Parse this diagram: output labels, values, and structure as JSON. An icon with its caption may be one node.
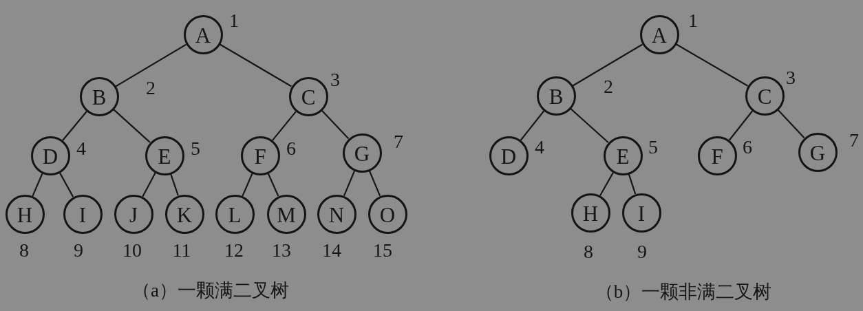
{
  "diagram": {
    "nodes": [
      {
        "text": [
          "A"
        ],
        "beside": [
          "1"
        ]
      },
      {
        "text": [
          "B"
        ],
        "beside": [
          "2"
        ]
      },
      {
        "text": [
          "C"
        ],
        "beside": [
          "3"
        ]
      },
      {
        "text": [
          "D"
        ],
        "beside": [
          "4"
        ]
      },
      {
        "text": [
          "E"
        ],
        "beside": [
          "5"
        ]
      },
      {
        "text": [
          "F"
        ],
        "beside": [
          "6"
        ]
      },
      {
        "text": [
          "G"
        ],
        "beside": [
          "7"
        ]
      },
      {
        "text": [
          "H"
        ],
        "beside": [
          "8"
        ]
      },
      {
        "text": [
          "I"
        ],
        "beside": [
          "9"
        ]
      },
      {
        "text": [
          "J"
        ],
        "beside": [
          "10"
        ]
      },
      {
        "text": [
          "K"
        ],
        "beside": [
          "11"
        ]
      },
      {
        "text": [
          "L"
        ],
        "beside": [
          "12"
        ]
      },
      {
        "text": [
          "M"
        ],
        "beside": [
          "13"
        ]
      },
      {
        "text": [
          "N"
        ],
        "beside": [
          "14"
        ]
      },
      {
        "text": [
          "O"
        ],
        "beside": [
          "15"
        ]
      },
      {
        "text": [
          "A"
        ],
        "beside": [
          "1"
        ]
      },
      {
        "text": [
          "B"
        ],
        "beside": [
          "2"
        ]
      },
      {
        "text": [
          "C"
        ],
        "beside": [
          "3"
        ]
      },
      {
        "text": [
          "D"
        ],
        "beside": [
          "4"
        ]
      },
      {
        "text": [
          "E"
        ],
        "beside": [
          "5"
        ]
      },
      {
        "text": [
          "F"
        ],
        "beside": [
          "6"
        ]
      },
      {
        "text": [
          "G"
        ],
        "beside": [
          "7"
        ]
      },
      {
        "text": [
          "H"
        ],
        "beside": [
          "8"
        ]
      },
      {
        "text": [
          "I"
        ],
        "beside": [
          "9"
        ]
      }
    ],
    "edges": [
      {
        "from": 0,
        "to": 1,
        "arrow": "none"
      },
      {
        "from": 0,
        "to": 2,
        "arrow": "none"
      },
      {
        "from": 1,
        "to": 3,
        "arrow": "none"
      },
      {
        "from": 1,
        "to": 4,
        "arrow": "none"
      },
      {
        "from": 2,
        "to": 5,
        "arrow": "none"
      },
      {
        "from": 2,
        "to": 6,
        "arrow": "none"
      },
      {
        "from": 3,
        "to": 7,
        "arrow": "none"
      },
      {
        "from": 3,
        "to": 8,
        "arrow": "none"
      },
      {
        "from": 4,
        "to": 9,
        "arrow": "none"
      },
      {
        "from": 4,
        "to": 10,
        "arrow": "none"
      },
      {
        "from": 5,
        "to": 11,
        "arrow": "none"
      },
      {
        "from": 5,
        "to": 12,
        "arrow": "none"
      },
      {
        "from": 6,
        "to": 13,
        "arrow": "none"
      },
      {
        "from": 6,
        "to": 14,
        "arrow": "none"
      },
      {
        "from": 15,
        "to": 16,
        "arrow": "none"
      },
      {
        "from": 15,
        "to": 17,
        "arrow": "none"
      },
      {
        "from": 16,
        "to": 18,
        "arrow": "none"
      },
      {
        "from": 16,
        "to": 19,
        "arrow": "none"
      },
      {
        "from": 17,
        "to": 20,
        "arrow": "none"
      },
      {
        "from": 17,
        "to": 21,
        "arrow": "none"
      },
      {
        "from": 19,
        "to": 22,
        "arrow": "none"
      },
      {
        "from": 19,
        "to": 23,
        "arrow": "none"
      }
    ],
    "labels": [
      "（a）一颗满二叉树",
      "（b）一颗非满二叉树"
    ]
  }
}
